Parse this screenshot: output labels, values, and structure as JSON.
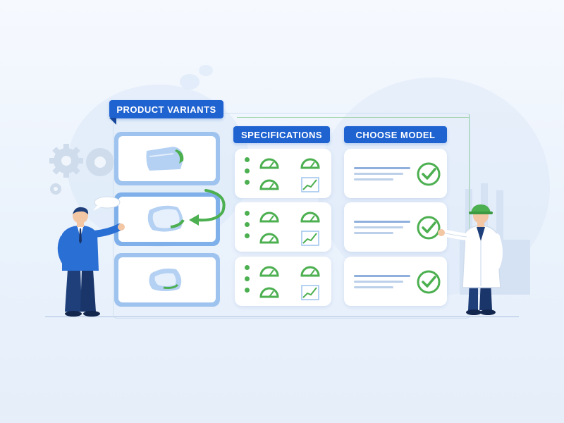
{
  "panels": {
    "variants_label": "PRODUCT VARIANTS",
    "specs_label": "SPECIFICATIONS",
    "model_label": "CHOOSE MODEL"
  },
  "colors": {
    "primary_blue": "#1f63d1",
    "accent_green": "#4caf50",
    "card_border": "#9ec3ee"
  },
  "icons": {
    "variant": "product-shape-icon",
    "spec_gauge": "gauge-icon",
    "spec_chart": "chart-icon",
    "model_check": "check-circle-icon",
    "cycle_arrow": "curved-arrow-icon",
    "gear": "gear-icon"
  }
}
